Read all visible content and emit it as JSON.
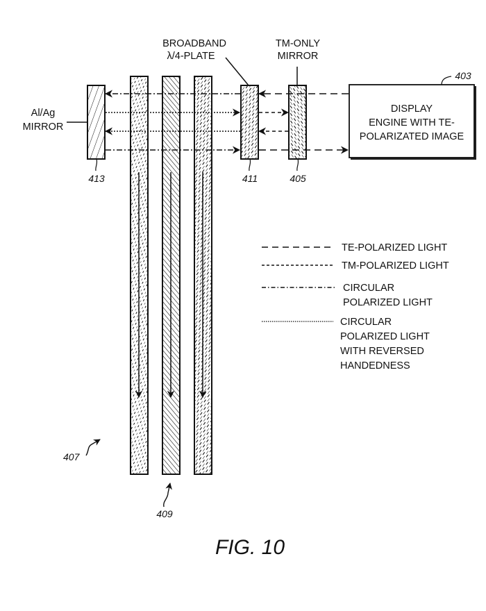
{
  "figure": {
    "caption": "FIG. 10"
  },
  "components": {
    "mirror_al_ag": {
      "label_line1": "Al/Ag",
      "label_line2": "MIRROR",
      "ref": "413"
    },
    "quarter_wave_plate": {
      "label_line1": "BROADBAND",
      "label_line2": "λ/4-PLATE",
      "ref": "411"
    },
    "tm_only_mirror": {
      "label_line1": "TM-ONLY",
      "label_line2": "MIRROR",
      "ref": "405"
    },
    "display_engine": {
      "line1": "DISPLAY",
      "line2": "ENGINE WITH TE-",
      "line3": "POLARIZATED IMAGE",
      "ref": "403"
    },
    "waveguide_stack": {
      "ref_407": "407",
      "ref_409": "409"
    }
  },
  "legend": [
    {
      "style": "te",
      "lines": [
        "TE-POLARIZED LIGHT"
      ]
    },
    {
      "style": "tm",
      "lines": [
        "TM-POLARIZED LIGHT"
      ]
    },
    {
      "style": "circular",
      "lines": [
        "CIRCULAR",
        "POLARIZED LIGHT"
      ]
    },
    {
      "style": "reversed",
      "lines": [
        "CIRCULAR",
        "POLARIZED LIGHT",
        "WITH REVERSED",
        "HANDEDNESS"
      ]
    }
  ]
}
